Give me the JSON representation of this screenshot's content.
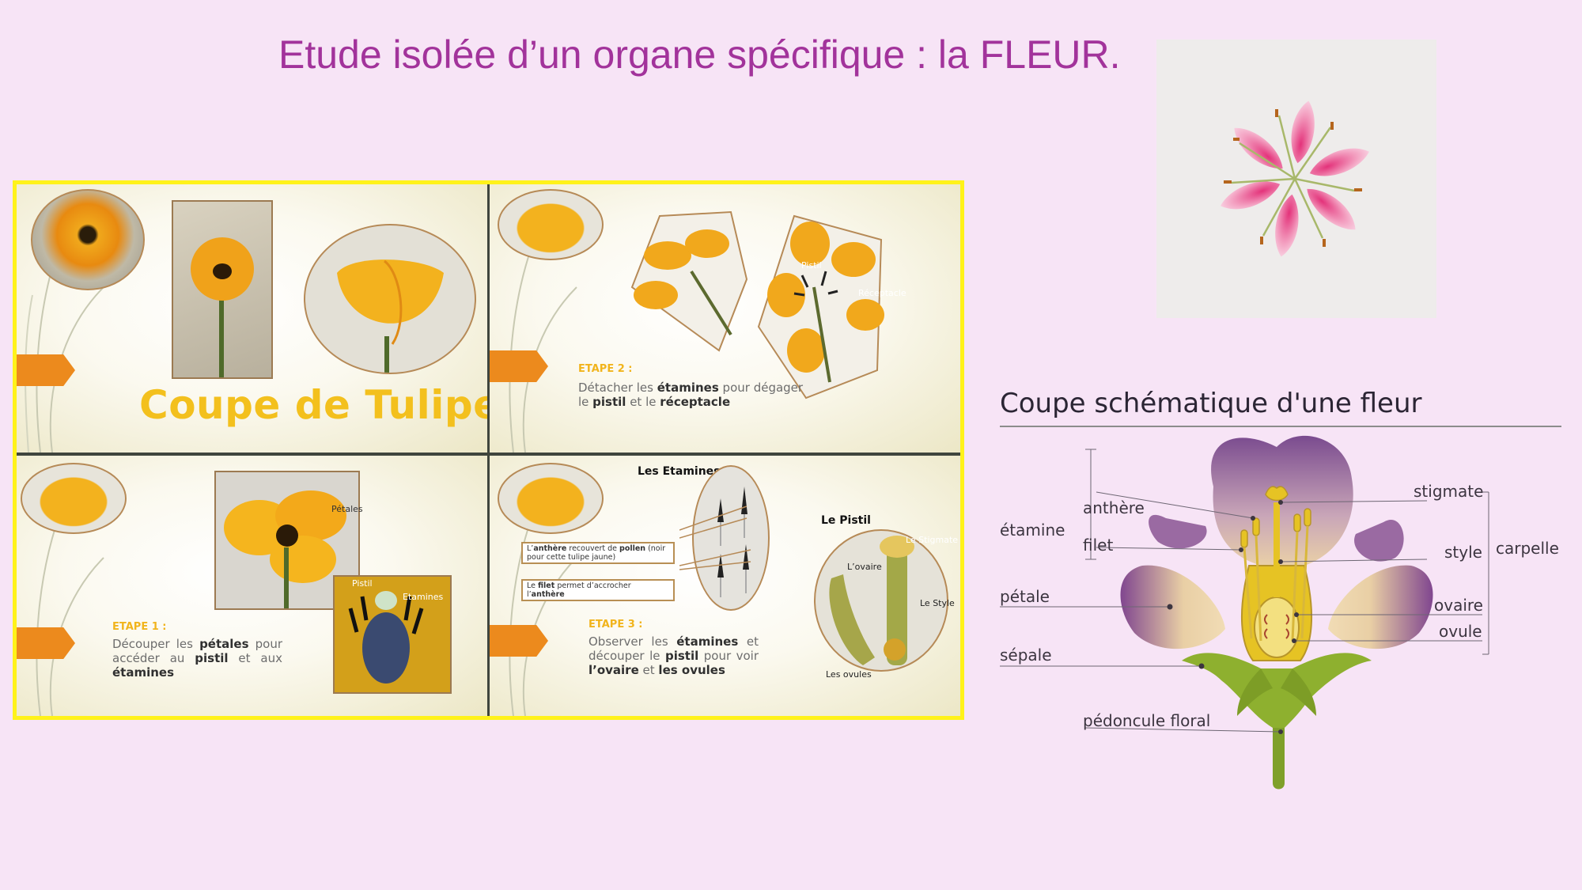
{
  "title": "Etude isolée d’un organe spécifique : la FLEUR.",
  "collage": {
    "panel1": {
      "heading": "Coupe de Tulipe"
    },
    "panel2": {
      "step": "ETAPE 2 :",
      "text_parts": [
        "Détacher les ",
        "étamines",
        " pour dégager le ",
        "pistil",
        " et le ",
        "réceptacle"
      ],
      "labels": {
        "pistil": "Pistil",
        "receptacle": "Réceptacle"
      }
    },
    "panel3": {
      "step": "ETAPE 1 :",
      "text_parts": [
        "Découper les ",
        "pétales",
        " pour accéder au ",
        "pistil",
        " et aux ",
        "étamines"
      ],
      "labels": {
        "petales": "Pétales",
        "pistil": "Pistil",
        "etamines": "Etamines"
      }
    },
    "panel4": {
      "etamines_heading": "Les Etamines",
      "pistil_heading": "Le Pistil",
      "anthere_note_parts": [
        "L’",
        "anthère",
        " recouvert de ",
        "pollen",
        " (noir pour cette tulipe jaune)"
      ],
      "filet_note_parts": [
        "Le ",
        "filet",
        " permet d’accrocher l’",
        "anthère"
      ],
      "step": "ETAPE 3 :",
      "text_parts": [
        "Observer les ",
        "étamines",
        " et découper le ",
        "pistil",
        " pour voir ",
        "l’ovaire",
        " et ",
        "les ovules"
      ],
      "labels": {
        "stigmate": "Le Stigmate",
        "ovaire": "L’ovaire",
        "style": "Le Style",
        "ovules": "Les ovules"
      }
    }
  },
  "schematic": {
    "title": "Coupe schématique d'une fleur",
    "labels": {
      "anthere": "anthère",
      "etamine": "étamine",
      "filet": "filet",
      "petale": "pétale",
      "sepale": "sépale",
      "pedoncule": "pédoncule floral",
      "stigmate": "stigmate",
      "style": "style",
      "carpelle": "carpelle",
      "ovaire": "ovaire",
      "ovule": "ovule"
    }
  }
}
